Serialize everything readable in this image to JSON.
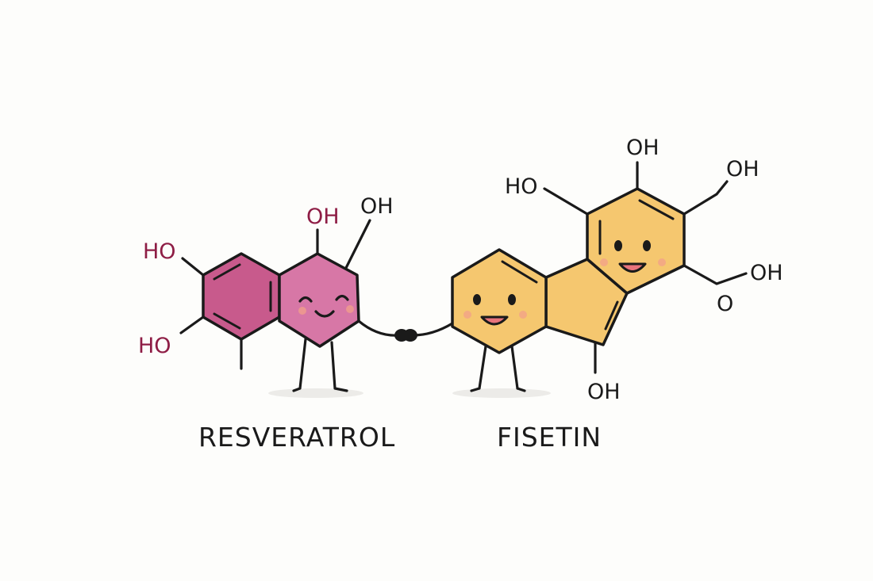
{
  "colors": {
    "background": "#fdfdfb",
    "outline": "#1a1a1a",
    "resveratrol_ring_dark": "#c85a8c",
    "resveratrol_ring_light": "#d777a6",
    "resveratrol_label": "#8e1d45",
    "fisetin_ring": "#f5c76f",
    "blush": "#f2a08a",
    "mouth": "#e8747c",
    "shadow": "#ecebe8"
  },
  "resveratrol": {
    "name": "RESVERATROL",
    "groups": {
      "ho_upper": "HO",
      "ho_lower": "HO",
      "oh_top": "OH",
      "oh_right": "OH"
    }
  },
  "fisetin": {
    "name": "FISETIN",
    "groups": {
      "ho_left": "HO",
      "oh_top": "OH",
      "oh_upper_right": "OH",
      "oh_right": "OH",
      "o_right": "O",
      "oh_bottom": "OH"
    }
  }
}
